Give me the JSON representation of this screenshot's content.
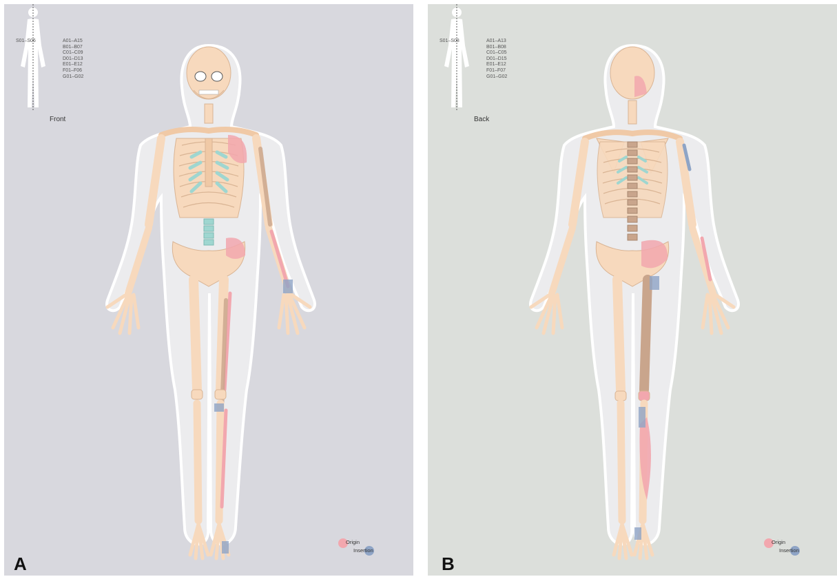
{
  "panels": [
    {
      "letter": "A",
      "view": "Front",
      "segments_left": "S01–S06",
      "segments_right": [
        "A01–A15",
        "B01–B07",
        "C01–C09",
        "D01–D13",
        "E01–E12",
        "F01–F06",
        "G01–G02"
      ]
    },
    {
      "letter": "B",
      "view": "Back",
      "segments_left": "S01–S08",
      "segments_right": [
        "A01–A13",
        "B01–B08",
        "C01–C05",
        "D01–D15",
        "E01–E12",
        "F01–F07",
        "G01–G02"
      ]
    }
  ],
  "legend": {
    "origin": "Origin",
    "insertion": "Insertion"
  },
  "colors": {
    "bone": "#f7d9bd",
    "bone_stroke": "#d9b494",
    "cartilage": "#9fd6d0",
    "origin": "#f2a7ae",
    "insertion": "#8ea4c6",
    "muscle_tan": "#c9a58c",
    "body_outline": "#ececee"
  }
}
